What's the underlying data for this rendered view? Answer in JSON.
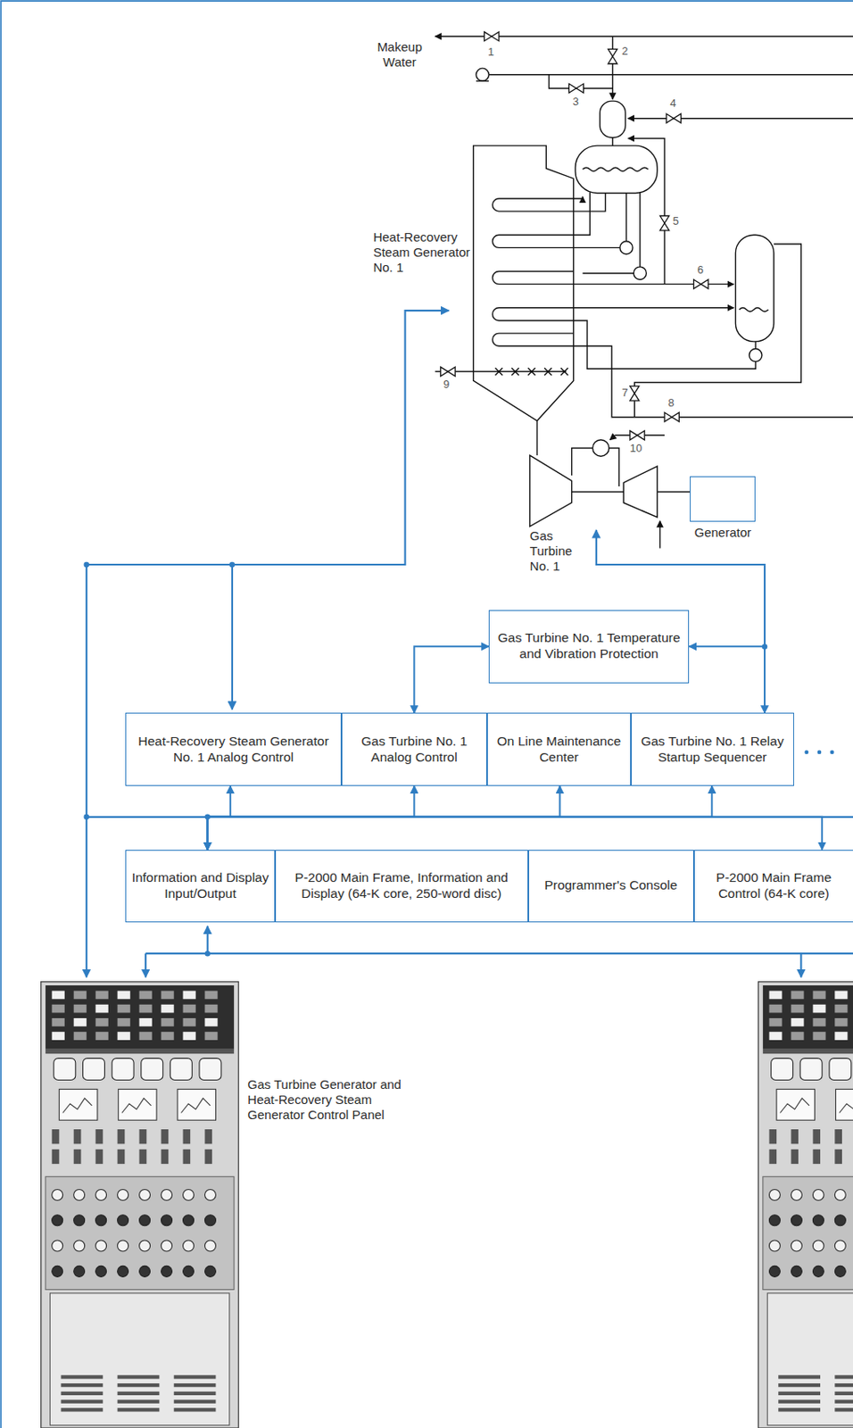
{
  "diagram": {
    "nodes": [
      {
        "text": [
          "Generator"
        ]
      },
      {
        "text": [
          "Gas Turbine No. 1 Temperature and Vibration Protection"
        ]
      },
      {
        "text": [
          "Heat-Recovery Steam Generator No. 1 Analog Control"
        ]
      },
      {
        "text": [
          "Gas Turbine No. 1 Analog Control"
        ]
      },
      {
        "text": [
          "On Line Maintenance Center"
        ]
      },
      {
        "text": [
          "Gas Turbine No. 1 Relay Startup Sequencer"
        ]
      },
      {
        "text": [
          "Information and Display Input/Output"
        ]
      },
      {
        "text": [
          "P-2000 Main Frame, Information and Display (64-K core, 250-word disc)"
        ]
      },
      {
        "text": [
          "Programmer's Console"
        ]
      },
      {
        "text": [
          "P-2000 Main Frame Control (64-K core)"
        ]
      }
    ],
    "edges": [
      {
        "from": 3,
        "to": 1,
        "arrow": "both"
      },
      {
        "from": 5,
        "to": 1,
        "arrow": "both"
      },
      {
        "from": 6,
        "to": 2,
        "arrow": "both"
      },
      {
        "from": 6,
        "to": 3,
        "arrow": "both"
      },
      {
        "from": 6,
        "to": 4,
        "arrow": "both"
      },
      {
        "from": 6,
        "to": 5,
        "arrow": "both"
      },
      {
        "from": 6,
        "to": 9,
        "arrow": "both"
      }
    ],
    "labels": [
      "Makeup Water",
      "1",
      "2",
      "3",
      "4",
      "5",
      "6",
      "7",
      "8",
      "9",
      "10",
      "Heat-Recovery Steam Generator No. 1",
      "Gas Turbine No. 1",
      "Gas Turbine Generator and Heat-Recovery Steam Generator Control Panel"
    ]
  }
}
